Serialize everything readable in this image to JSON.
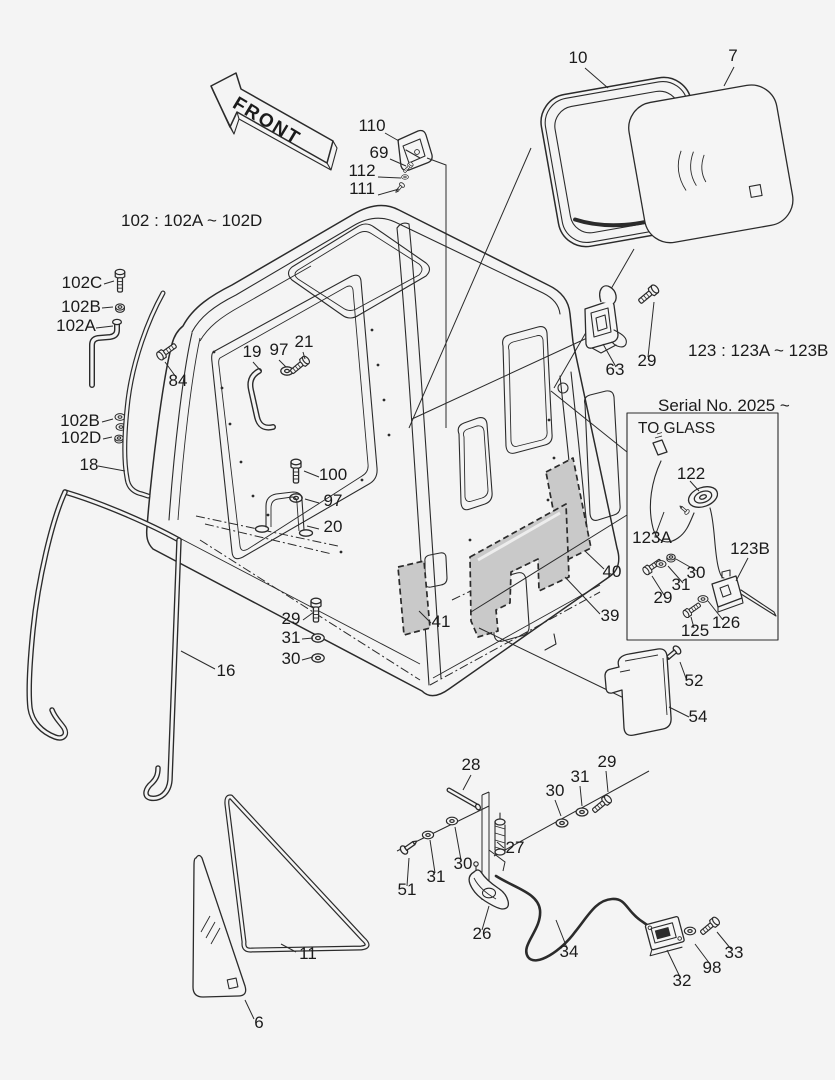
{
  "colors": {
    "background": "#f4f4f4",
    "line": "#2b2b2b",
    "shaded_panel": "#c9c9c9"
  },
  "annotations": {
    "front_arrow": "FRONT",
    "group_102": "102 : 102A ~ 102D",
    "group_123": "123 : 123A ~ 123B",
    "serial_note": "Serial No. 2025 ~",
    "to_glass": "TO GLASS"
  },
  "labels": [
    "10",
    "7",
    "110",
    "69",
    "112",
    "111",
    "102C",
    "102B",
    "102A",
    "84",
    "19",
    "97",
    "21",
    "63",
    "29",
    "102B",
    "102D",
    "18",
    "100",
    "97",
    "20",
    "29",
    "31",
    "30",
    "41",
    "40",
    "39",
    "16",
    "52",
    "54",
    "122",
    "123A",
    "30",
    "31",
    "29",
    "123B",
    "125",
    "126",
    "28",
    "30",
    "31",
    "29",
    "51",
    "31",
    "30",
    "27",
    "26",
    "34",
    "32",
    "98",
    "33",
    "11",
    "6"
  ]
}
